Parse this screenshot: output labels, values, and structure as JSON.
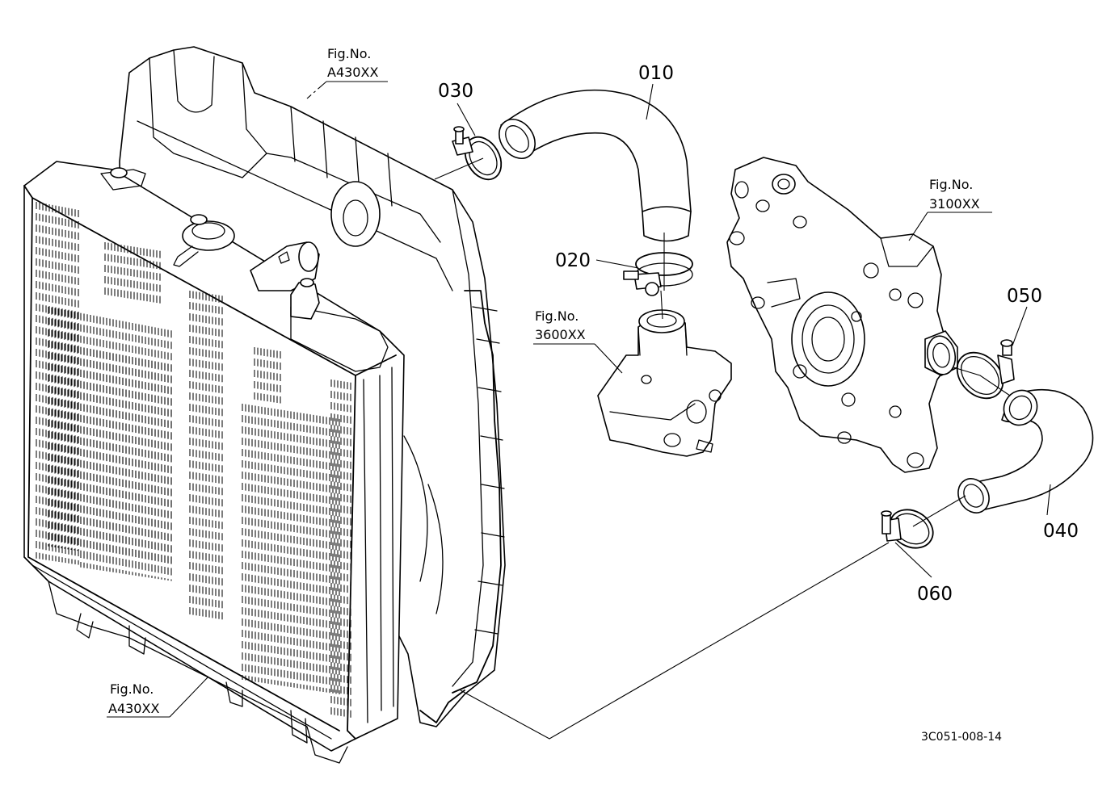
{
  "parts": [
    {
      "id": "part-010",
      "number": "010"
    },
    {
      "id": "part-020",
      "number": "020"
    },
    {
      "id": "part-030",
      "number": "030"
    },
    {
      "id": "part-040",
      "number": "040"
    },
    {
      "id": "part-050",
      "number": "050"
    },
    {
      "id": "part-060",
      "number": "060"
    }
  ],
  "figure_refs": {
    "radiator_top": {
      "prefix": "Fig.No.",
      "code": "A430XX"
    },
    "radiator_bottom": {
      "prefix": "Fig.No.",
      "code": "A430XX"
    },
    "thermostat": {
      "prefix": "Fig.No.",
      "code": "3600XX"
    },
    "water_pump": {
      "prefix": "Fig.No.",
      "code": "3100XX"
    }
  },
  "drawing_code": "3C051-008-14"
}
